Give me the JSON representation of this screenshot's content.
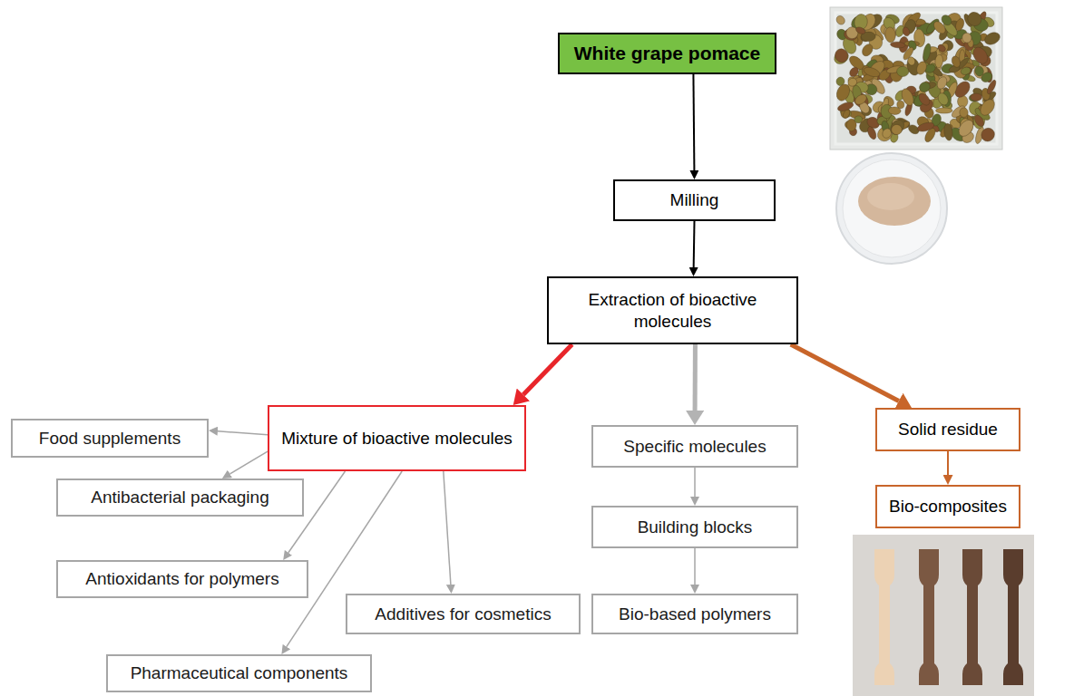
{
  "diagram": {
    "nodes": [
      {
        "text": [
          "White grape pomace"
        ]
      },
      {
        "text": [
          "Milling"
        ]
      },
      {
        "text": [
          "Extraction of bioactive molecules"
        ]
      },
      {
        "text": [
          "Mixture of bioactive molecules"
        ]
      },
      {
        "text": [
          "Specific molecules"
        ]
      },
      {
        "text": [
          "Solid residue"
        ]
      },
      {
        "text": [
          "Food supplements"
        ]
      },
      {
        "text": [
          "Antibacterial packaging"
        ]
      },
      {
        "text": [
          "Building blocks"
        ]
      },
      {
        "text": [
          "Bio-composites"
        ]
      },
      {
        "text": [
          "Antioxidants for polymers"
        ]
      },
      {
        "text": [
          "Additives for cosmetics"
        ]
      },
      {
        "text": [
          "Bio-based polymers"
        ]
      },
      {
        "text": [
          "Pharmaceutical components"
        ]
      }
    ],
    "edges": [
      {
        "from": 0,
        "to": 1,
        "arrow": "to"
      },
      {
        "from": 1,
        "to": 2,
        "arrow": "to"
      },
      {
        "from": 2,
        "to": 3,
        "arrow": "to"
      },
      {
        "from": 2,
        "to": 4,
        "arrow": "to"
      },
      {
        "from": 2,
        "to": 5,
        "arrow": "to"
      },
      {
        "from": 3,
        "to": 6,
        "arrow": "to"
      },
      {
        "from": 3,
        "to": 7,
        "arrow": "to"
      },
      {
        "from": 3,
        "to": 10,
        "arrow": "to"
      },
      {
        "from": 3,
        "to": 13,
        "arrow": "to"
      },
      {
        "from": 3,
        "to": 11,
        "arrow": "to"
      },
      {
        "from": 4,
        "to": 8,
        "arrow": "to"
      },
      {
        "from": 8,
        "to": 12,
        "arrow": "to"
      },
      {
        "from": 5,
        "to": 9,
        "arrow": "to"
      }
    ]
  }
}
